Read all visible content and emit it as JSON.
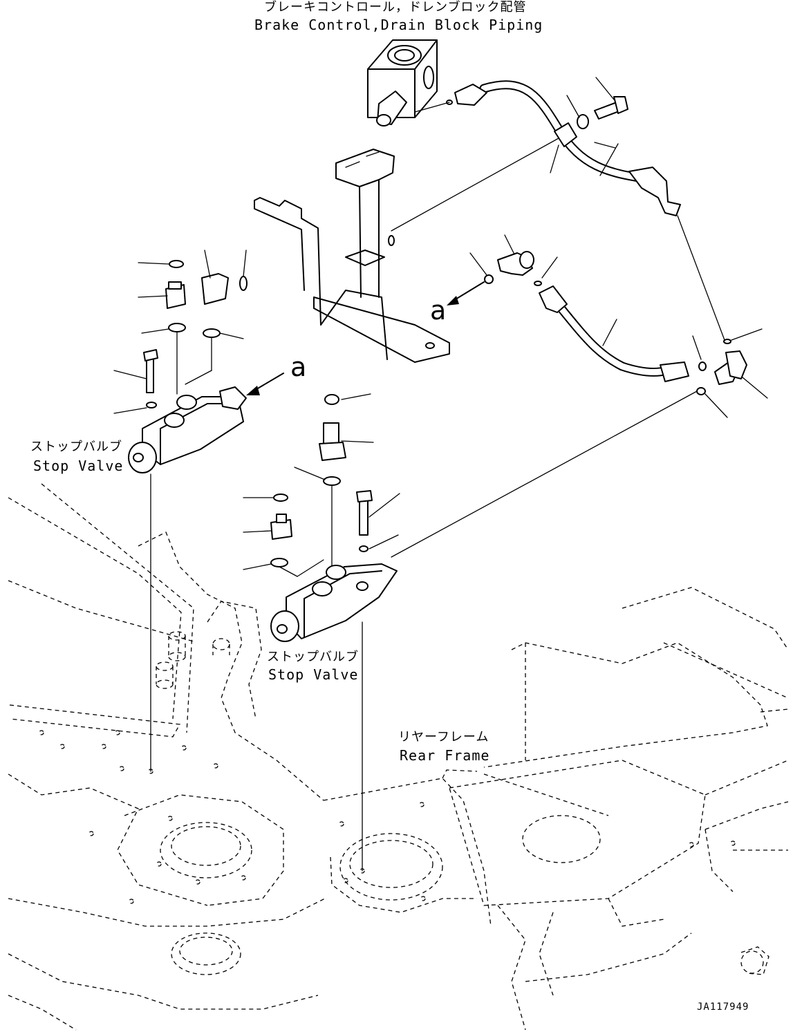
{
  "title": {
    "japanese": "ブレーキコントロール，ドレンブロック配管",
    "english": "Brake Control,Drain Block Piping"
  },
  "callouts": {
    "view_a_upper": "a",
    "view_a_lower": "a"
  },
  "labels": {
    "stop_valve_upper_jp": "ストップバルブ",
    "stop_valve_upper_en": "Stop Valve",
    "stop_valve_lower_jp": "ストップバルブ",
    "stop_valve_lower_en": "Stop Valve",
    "rear_frame_jp": "リヤーフレーム",
    "rear_frame_en": "Rear Frame"
  },
  "drawing_code": "JA117949"
}
